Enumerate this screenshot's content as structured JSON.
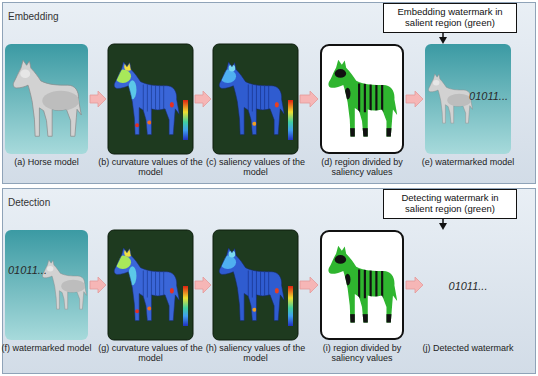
{
  "diagram": {
    "nodes": [
      {
        "text": [
          "Embedding"
        ]
      },
      {
        "text": [
          "(a) Horse model"
        ],
        "in": 0
      },
      {
        "text": [
          "(b) curvature values of the model"
        ],
        "in": 0
      },
      {
        "text": [
          "(c) saliency values of the model"
        ],
        "in": 0
      },
      {
        "text": [
          "(d) region divided by saliency values"
        ],
        "in": 0
      },
      {
        "text": [
          "01011...",
          "(e) watermarked model"
        ],
        "in": 0
      },
      {
        "text": [
          "Embedding watermark in salient region (green)"
        ],
        "in": 0
      },
      {
        "text": [
          "Detection"
        ]
      },
      {
        "text": [
          "01011...",
          "(f) watermarked model"
        ],
        "in": 7
      },
      {
        "text": [
          "(g) curvature values of the model"
        ],
        "in": 7
      },
      {
        "text": [
          "(h) saliency values of the model"
        ],
        "in": 7
      },
      {
        "text": [
          "(i) region divided by saliency values"
        ],
        "in": 7
      },
      {
        "text": [
          "01011...",
          "(j) Detected watermark"
        ],
        "in": 7
      },
      {
        "text": [
          "Detecting watermark in salient region (green)"
        ],
        "in": 7
      }
    ],
    "edges": [
      {
        "from": 1,
        "to": 2,
        "arrow": "to"
      },
      {
        "from": 2,
        "to": 3,
        "arrow": "to"
      },
      {
        "from": 3,
        "to": 4,
        "arrow": "to"
      },
      {
        "from": 4,
        "to": 5,
        "arrow": "to"
      },
      {
        "from": 6,
        "to": 5,
        "arrow": "to"
      },
      {
        "from": 8,
        "to": 9,
        "arrow": "to"
      },
      {
        "from": 9,
        "to": 10,
        "arrow": "to"
      },
      {
        "from": 10,
        "to": 11,
        "arrow": "to"
      },
      {
        "from": 11,
        "to": 12,
        "arrow": "to"
      },
      {
        "from": 13,
        "to": 12,
        "arrow": "to"
      }
    ]
  }
}
